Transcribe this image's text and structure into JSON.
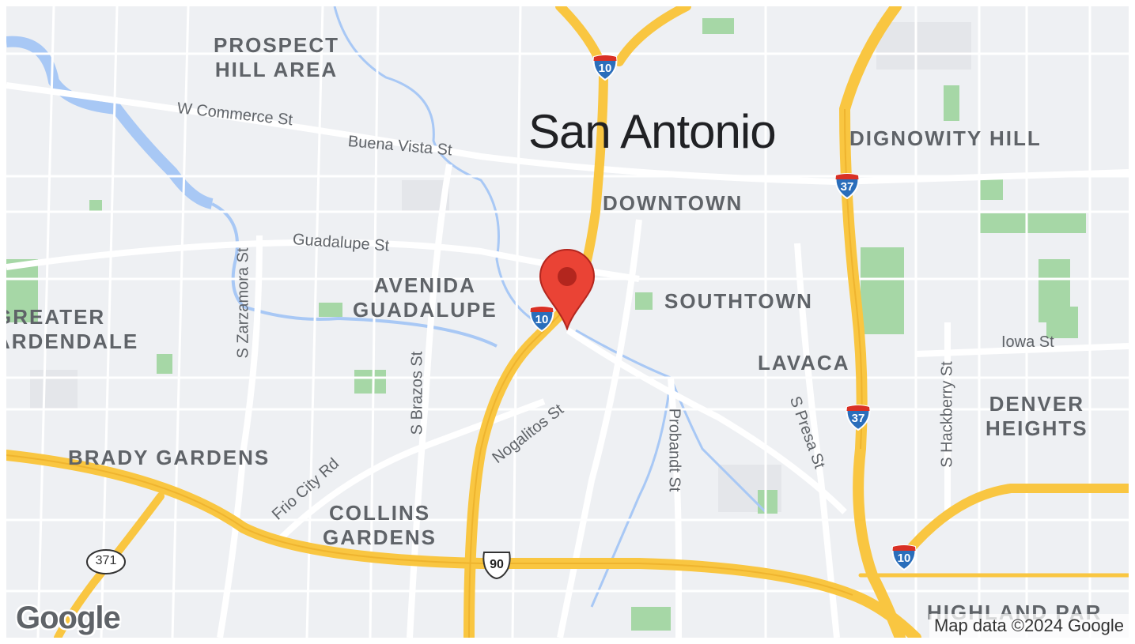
{
  "map": {
    "city_label": "San Antonio",
    "neighborhoods": [
      {
        "id": "prospect-hill",
        "lines": [
          "PROSPECT",
          "HILL AREA"
        ]
      },
      {
        "id": "dignowity-hill",
        "lines": [
          "DIGNOWITY HILL"
        ]
      },
      {
        "id": "downtown",
        "lines": [
          "DOWNTOWN"
        ]
      },
      {
        "id": "avenida-guadalupe",
        "lines": [
          "AVENIDA",
          "GUADALUPE"
        ]
      },
      {
        "id": "southtown",
        "lines": [
          "SOUTHTOWN"
        ]
      },
      {
        "id": "greater-ardendale",
        "lines": [
          "GREATER",
          "ARDENDALE"
        ]
      },
      {
        "id": "lavaca",
        "lines": [
          "LAVACA"
        ]
      },
      {
        "id": "denver-heights",
        "lines": [
          "DENVER",
          "HEIGHTS"
        ]
      },
      {
        "id": "brady-gardens",
        "lines": [
          "BRADY GARDENS"
        ]
      },
      {
        "id": "collins-gardens",
        "lines": [
          "COLLINS",
          "GARDENS"
        ]
      },
      {
        "id": "highland-park",
        "lines": [
          "HIGHLAND PAR"
        ]
      }
    ],
    "streets": {
      "w_commerce": "W Commerce St",
      "buena_vista": "Buena Vista St",
      "guadalupe": "Guadalupe St",
      "s_zarzamora": "S Zarzamora St",
      "s_brazos": "S Brazos St",
      "nogalitos": "Nogalitos St",
      "frio_city": "Frio City Rd",
      "probandt": "Probandt St",
      "s_presa": "S Presa St",
      "s_hackberry": "S Hackberry St",
      "iowa": "Iowa St"
    },
    "route_shields": {
      "i10_north": "10",
      "i10_center": "10",
      "i10_southeast": "10",
      "i37_north": "37",
      "i37_south": "37",
      "us90": "90",
      "state371": "371"
    },
    "marker": {
      "icon": "map-pin-icon",
      "color": "#ea4335"
    },
    "colors": {
      "background": "#eef0f3",
      "highway": "#f9c641",
      "water": "#a8c8f5",
      "park": "#a6d7a6",
      "city_text": "#202124"
    }
  },
  "footer": {
    "logo_text": "Google",
    "attribution": "Map data ©2024 Google"
  }
}
